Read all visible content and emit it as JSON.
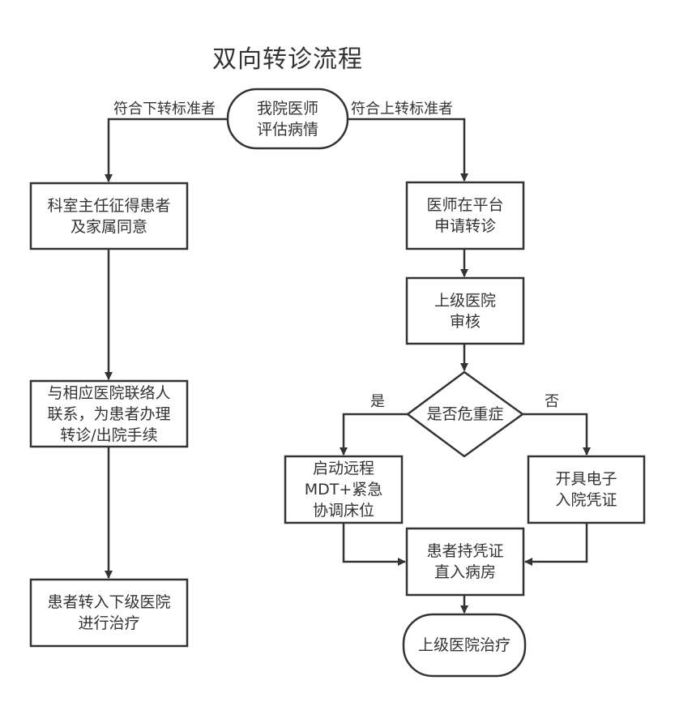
{
  "title": "双向转诊流程",
  "nodes": {
    "start": "我院医师\n评估病情",
    "down_consent": "科室主任征得患者\n及家属同意",
    "down_contact": "与相应医院联络人\n联系，为患者办理\n转诊/出院手续",
    "down_transfer": "患者转入下级医院\n进行治疗",
    "up_apply": "医师在平台\n申请转诊",
    "up_review": "上级医院\n审核",
    "decision": "是否危重症",
    "critical_yes": "启动远程\nMDT+紧急\n协调床位",
    "critical_no": "开具电子\n入院凭证",
    "admit": "患者持凭证\n直入病房",
    "end": "上级医院治疗"
  },
  "edge_labels": {
    "down_criteria": "符合下转标准者",
    "up_criteria": "符合上转标准者",
    "yes": "是",
    "no": "否"
  },
  "colors": {
    "stroke": "#333333",
    "text": "#333333",
    "background": "#ffffff"
  }
}
